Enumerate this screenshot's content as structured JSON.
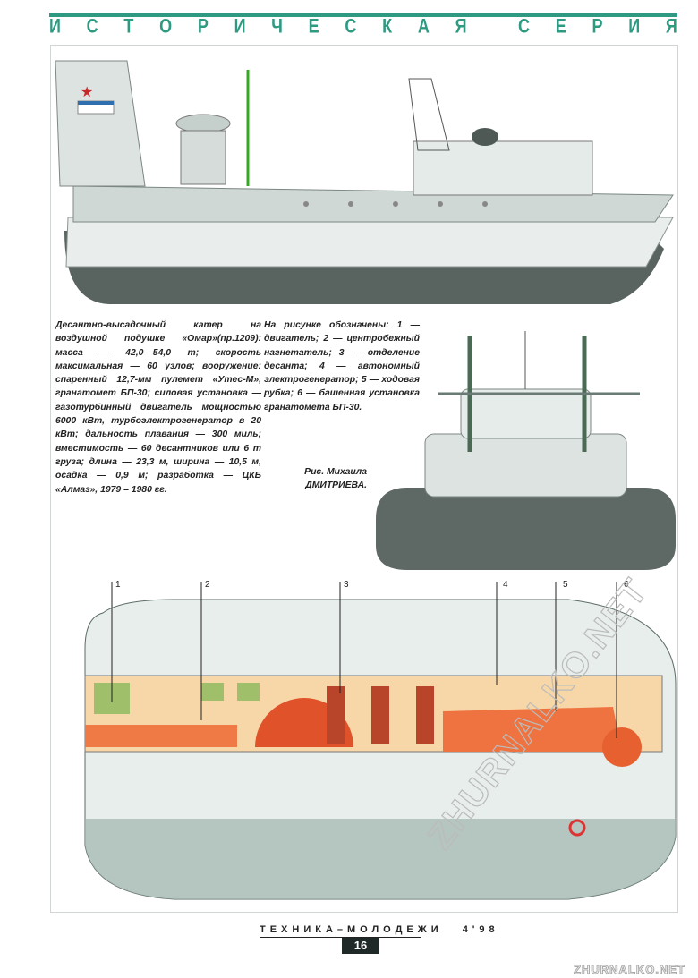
{
  "header": {
    "series_letters": [
      "И",
      "С",
      "Т",
      "О",
      "Р",
      "И",
      "Ч",
      "Е",
      "С",
      "К",
      "А",
      "Я",
      " ",
      "С",
      "Е",
      "Р",
      "И",
      "Я"
    ],
    "series_title": "ИСТОРИЧЕСКАЯ СЕРИЯ",
    "accent_color": "#2f9a82"
  },
  "caption_main": "Десантно-высадочный катер на воздушной подушке «Омар»(пр.1209): масса — 42,0—54,0 т; скорость максимальная — 60 узлов; вооружение: спаренный 12,7-мм пулемет «Утес-М», гранатомет БП-30; силовая установка — газотурбинный двигатель мощностью 6000 кВт, турбоэлектрогенератор в 20 кВт; дальность плавания — 300 миль; вместимость — 60 десантников или 6 т груза; длина — 23,3 м, ширина — 10,5 м, осадка — 0,9 м; разработка — ЦКБ «Алмаз», 1979 – 1980 гг.",
  "caption_legend": "На рисунке обозначены: 1 — двигатель; 2 — центробежный нагнетатель; 3 — отделение десанта; 4 — автономный электрогенератор; 5 — ходовая рубка; 6 — башенная установка гранатомета БП-30.",
  "credit": {
    "line1": "Рис. Михаила",
    "line2": "ДМИТРИЕВА."
  },
  "plan_labels": [
    "1",
    "2",
    "3",
    "4",
    "5",
    "6"
  ],
  "footer": {
    "magazine": "ТЕХНИКА–МОЛОДЕЖИ",
    "issue": "4'98",
    "page": "16"
  },
  "watermark": "ZHURNALKO.NET"
}
